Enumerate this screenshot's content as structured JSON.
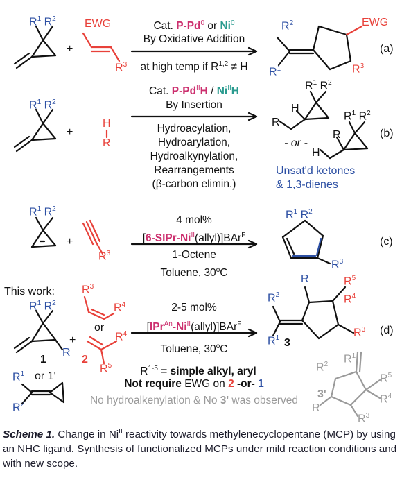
{
  "row_a": {
    "cond_line1_prefix": "Cat. ",
    "cond_line1_cat1": "P-Pd",
    "cond_line1_cat1_sup": "0",
    "cond_line1_mid": " or ",
    "cond_line1_cat2": "Ni",
    "cond_line1_cat2_sup": "0",
    "cond_line2": "By Oxidative Addition",
    "cond_line3": "at high temp if R",
    "cond_line3_sup": "1,2",
    "cond_line3_end": " ≠ H",
    "ewg_label": "EWG",
    "product_ewg": "EWG",
    "label": "(a)"
  },
  "row_b": {
    "cond_line1_prefix": "Cat. ",
    "cond_line1_cat1": "P-Pd",
    "cond_line1_cat1_sup": "II",
    "cond_line1_cat1_h": "H",
    "cond_line1_sep": " / ",
    "cond_line1_cat2": "Ni",
    "cond_line1_cat2_sup": "II",
    "cond_line1_cat2_h": "H",
    "cond_line2": "By Insertion",
    "list": [
      "Hydroacylation,",
      "Hydroarylation,",
      "Hydroalkynylation,",
      "Rearrangements",
      "(β-carbon elimin.)"
    ],
    "or_text": "- or -",
    "product_note1": "Unsat'd ketones",
    "product_note2": "& 1,3-dienes",
    "label": "(b)"
  },
  "row_c": {
    "cond_line1": "4 mol%",
    "cond_line2_pre": "[",
    "cond_line2_cat": "6-SIPr-Ni",
    "cond_line2_sup": "II",
    "cond_line2_post": "(allyl)]BAr",
    "cond_line2_sup2": "F",
    "cond_line3": "1-Octene",
    "cond_line4": "Toluene, 30",
    "cond_line4_sup": "o",
    "cond_line4_end": "C",
    "label": "(c)"
  },
  "row_d": {
    "this_work": "This work:",
    "or_small": "or",
    "cond_line1": "2-5 mol%",
    "cond_line2_pre": "[",
    "cond_line2_cat": "IPr",
    "cond_line2_sup_an": "An",
    "cond_line2_ni": "-Ni",
    "cond_line2_sup": "II",
    "cond_line2_post": "(allyl)]BAr",
    "cond_line2_sup2": "F",
    "cond_line3": "Toluene, 30",
    "cond_line3_sup": "o",
    "cond_line3_end": "C",
    "scope_pre": "R",
    "scope_sup": "1-5",
    "scope_mid": " = ",
    "scope_bold": "simple alkyl, aryl",
    "ewg_pre": "Not require",
    "ewg_mid": " EWG on ",
    "ewg_2": "2",
    "ewg_or": " -or- ",
    "ewg_1": "1",
    "no_text_pre": "No hydroalkenylation & No ",
    "no_text_bold": "3'",
    "no_text_end": " was observed",
    "num_1": "1",
    "num_1p": "or 1'",
    "num_2": "2",
    "num_3": "3",
    "num_3p": "3'",
    "label": "(d)"
  },
  "caption": {
    "head": "Scheme 1.",
    "text1": " Change in Ni",
    "text_sup": "II",
    "text2": " reactivity towards methylenecyclopentane (MCP) by using an NHC ligand. Synthesis of functionalized MCPs under mild reaction conditions and with new scope."
  }
}
